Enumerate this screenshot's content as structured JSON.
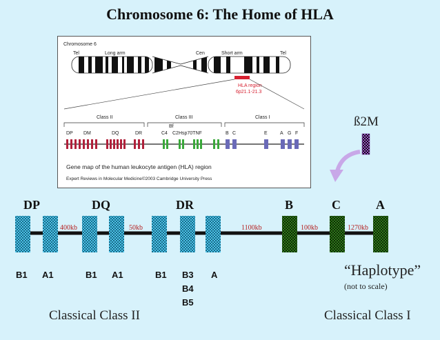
{
  "title": "Chromosome 6: The Home of HLA",
  "figure": {
    "chromosome_label": "Chromosome 6",
    "tel_left": "Tel",
    "long_arm": "Long arm",
    "cen": "Cen",
    "short_arm": "Short arm",
    "tel_right": "Tel",
    "hla_region": "HLA region",
    "hla_band": "6p21.1-21.3",
    "class_ii": "Class II",
    "class_iii": "Class III",
    "class_i": "Class I",
    "gene_dp": "DP",
    "gene_dm": "DM",
    "gene_dq": "DQ",
    "gene_dr": "DR",
    "gene_bf": "Bf",
    "gene_c4": "C4",
    "gene_c2hsp70tnf": "C2Hsp70TNF",
    "gene_b": "B",
    "gene_c": "C",
    "gene_e": "E",
    "gene_a": "A",
    "gene_g": "G",
    "gene_f": "F",
    "caption": "Gene map of the human leukocyte antigen (HLA) region",
    "credit": "Expert Reviews in Molecular Medicine©2003 Cambridge University Press"
  },
  "b2m": "ß2M",
  "loci": {
    "dp": "DP",
    "dq": "DQ",
    "dr": "DR",
    "b": "B",
    "c": "C",
    "a": "A"
  },
  "distances": {
    "d1": "400kb",
    "d2": "50kb",
    "d3": "1100kb",
    "d4": "100kb",
    "d5": "1270kb"
  },
  "genes": {
    "dp_b1": "B1",
    "dp_a1": "A1",
    "dq_b1": "B1",
    "dq_a1": "A1",
    "dr_b1": "B1",
    "dr_b3": "B3",
    "dr_b4": "B4",
    "dr_b5": "B5",
    "dr_a": "A"
  },
  "haplotype": "“Haplotype”",
  "not_to_scale": "(not to scale)",
  "classical_ii": "Classical Class II",
  "classical_i": "Classical Class I",
  "colors": {
    "class_ii_box": "#4cc3e8",
    "class_i_box": "#2f7a1a",
    "b2m_box": "#9a4fc8",
    "arrow": "#c8a8e8",
    "kb_text": "#b52020"
  }
}
